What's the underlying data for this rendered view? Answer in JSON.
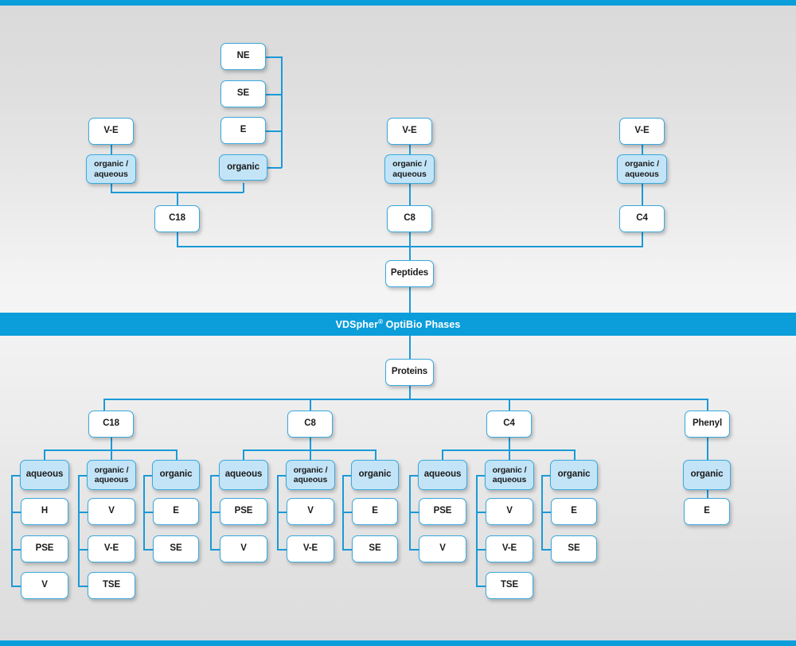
{
  "banner": {
    "text_before": "VDSpher",
    "sup": "®",
    "text_after": " OptiBio Phases"
  },
  "theme": {
    "accent": "#0c9ddb",
    "line": "#1b9ad8",
    "node_border": "#3aa9de",
    "node_fill_highlight": "#c3e4f7",
    "node_fill": "#ffffff",
    "background": "#dcdcdc",
    "banner_text": "#ffffff"
  },
  "peptides": {
    "root": "Peptides",
    "columns": [
      {
        "phase": "C18",
        "modes": [
          {
            "mode": "organic / aqueous",
            "mode_line1": "organic /",
            "mode_line2": "aqueous",
            "parent": "V-E",
            "highlight": true,
            "children": []
          },
          {
            "mode": "organic",
            "mode_line1": "organic",
            "mode_line2": "",
            "highlight": true,
            "children": [
              "NE",
              "SE",
              "E"
            ]
          }
        ]
      },
      {
        "phase": "C8",
        "modes": [
          {
            "mode": "organic / aqueous",
            "mode_line1": "organic /",
            "mode_line2": "aqueous",
            "parent": "V-E",
            "highlight": true,
            "children": []
          }
        ]
      },
      {
        "phase": "C4",
        "modes": [
          {
            "mode": "organic / aqueous",
            "mode_line1": "organic /",
            "mode_line2": "aqueous",
            "parent": "V-E",
            "highlight": true,
            "children": []
          }
        ]
      }
    ]
  },
  "proteins": {
    "root": "Proteins",
    "columns": [
      {
        "phase": "C18",
        "groups": [
          {
            "mode": "aqueous",
            "mode_line1": "aqueous",
            "mode_line2": "",
            "items": [
              "H",
              "PSE",
              "V"
            ]
          },
          {
            "mode": "organic / aqueous",
            "mode_line1": "organic /",
            "mode_line2": "aqueous",
            "items": [
              "V",
              "V-E",
              "TSE"
            ]
          },
          {
            "mode": "organic",
            "mode_line1": "organic",
            "mode_line2": "",
            "items": [
              "E",
              "SE"
            ]
          }
        ]
      },
      {
        "phase": "C8",
        "groups": [
          {
            "mode": "aqueous",
            "mode_line1": "aqueous",
            "mode_line2": "",
            "items": [
              "PSE",
              "V"
            ]
          },
          {
            "mode": "organic / aqueous",
            "mode_line1": "organic /",
            "mode_line2": "aqueous",
            "items": [
              "V",
              "V-E"
            ]
          },
          {
            "mode": "organic",
            "mode_line1": "organic",
            "mode_line2": "",
            "items": [
              "E",
              "SE"
            ]
          }
        ]
      },
      {
        "phase": "C4",
        "groups": [
          {
            "mode": "aqueous",
            "mode_line1": "aqueous",
            "mode_line2": "",
            "items": [
              "PSE",
              "V"
            ]
          },
          {
            "mode": "organic / aqueous",
            "mode_line1": "organic /",
            "mode_line2": "aqueous",
            "items": [
              "V",
              "V-E",
              "TSE"
            ]
          },
          {
            "mode": "organic",
            "mode_line1": "organic",
            "mode_line2": "",
            "items": [
              "E",
              "SE"
            ]
          }
        ]
      },
      {
        "phase": "Phenyl",
        "groups": [
          {
            "mode": "organic",
            "mode_line1": "organic",
            "mode_line2": "",
            "items": [
              "E"
            ]
          }
        ]
      }
    ]
  },
  "labels": {
    "ne": "NE",
    "se": "SE",
    "e": "E",
    "organic": "organic",
    "ve": "V-E",
    "organic_aqueous_l1": "organic /",
    "organic_aqueous_l2": "aqueous",
    "c18": "C18",
    "c8": "C8",
    "c4": "C4",
    "phenyl": "Phenyl",
    "peptides": "Peptides",
    "proteins": "Proteins",
    "aqueous": "aqueous",
    "h": "H",
    "pse": "PSE",
    "v": "V",
    "tse": "TSE"
  }
}
